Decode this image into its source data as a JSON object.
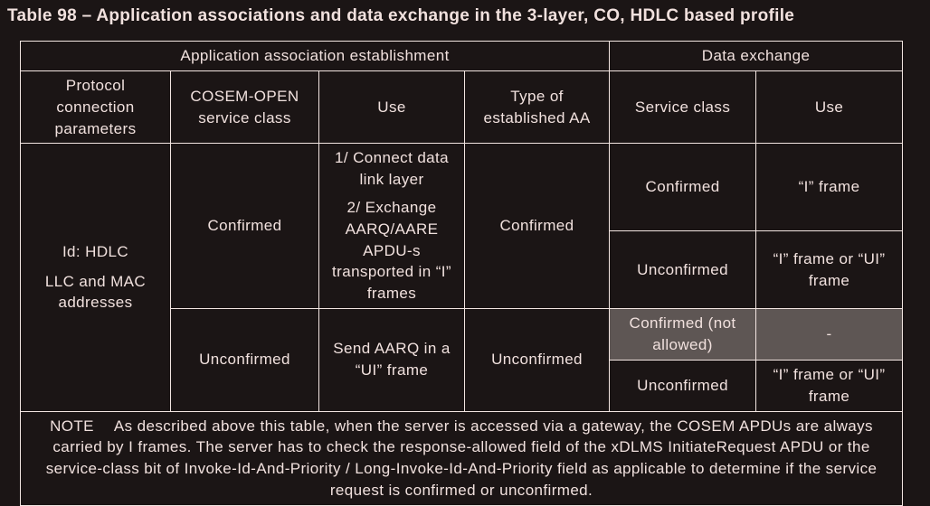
{
  "title": "Table 98 – Application associations and data exchange in the 3-layer, CO, HDLC based profile",
  "colors": {
    "background": "#1b1515",
    "text": "#f1e1de",
    "border": "#f3e6e2",
    "highlight_background": "#5e5654"
  },
  "table": {
    "group_headers": {
      "establishment": "Application association establishment",
      "data_exchange": "Data exchange"
    },
    "columns": {
      "protocol": "Protocol connection parameters",
      "cosem_open_service_class": "COSEM-OPEN service class",
      "use_establishment": "Use",
      "type_of_established_aa": "Type of established AA",
      "service_class": "Service class",
      "use_data_exchange": "Use"
    },
    "body": {
      "protocol_id_line1": "Id: HDLC",
      "protocol_id_line2": "LLC and MAC addresses",
      "confirmed_section": {
        "service_class": "Confirmed",
        "use_line1": "1/ Connect data link layer",
        "use_line2": "2/ Exchange AARQ/AARE APDU-s transported in “I” frames",
        "established_aa": "Confirmed",
        "rows": [
          {
            "service_class": "Confirmed",
            "use": "“I” frame"
          },
          {
            "service_class": "Unconfirmed",
            "use": "“I” frame or “UI” frame"
          }
        ]
      },
      "unconfirmed_section": {
        "service_class": "Unconfirmed",
        "use": "Send AARQ in a “UI” frame",
        "established_aa": "Unconfirmed",
        "rows": [
          {
            "service_class": "Confirmed (not allowed)",
            "use": "-",
            "highlighted": true
          },
          {
            "service_class": "Unconfirmed",
            "use": "“I” frame or “UI” frame"
          }
        ]
      }
    },
    "note": {
      "label": "NOTE",
      "text": "As described above this table, when the server is accessed via a gateway, the COSEM APDUs are always carried by I frames. The server has to check the response-allowed field of the xDLMS InitiateRequest APDU or the service-class bit of Invoke-Id-And-Priority / Long-Invoke-Id-And-Priority field as applicable to determine if the service request is confirmed or unconfirmed."
    }
  }
}
